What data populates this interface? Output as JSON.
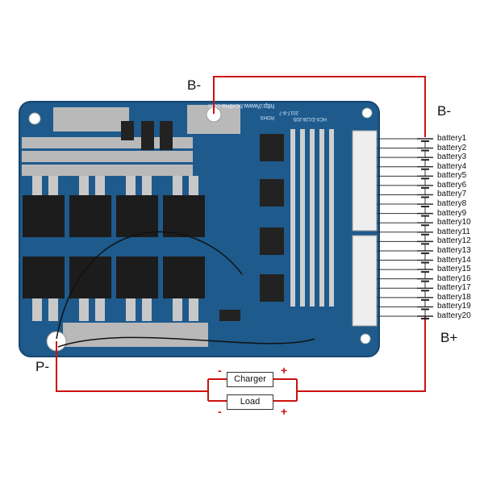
{
  "labels": {
    "b_minus_left": "B-",
    "b_minus_right": "B-",
    "b_plus": "B+",
    "p_minus": "P-"
  },
  "boxes": {
    "charger": "Charger",
    "load": "Load"
  },
  "signs": {
    "minus": "-",
    "plus": "+"
  },
  "battery_cells": [
    "battery1",
    "battery2",
    "battery3",
    "battery4",
    "battery5",
    "battery6",
    "battery7",
    "battery8",
    "battery9",
    "battery10",
    "battery11",
    "battery12",
    "battery13",
    "battery14",
    "battery15",
    "battery16",
    "battery17",
    "battery18",
    "battery19",
    "battery20"
  ],
  "pcb_text": {
    "url": "http://www.hcxtina.com",
    "board_id": "HCX-D128-20S",
    "date": "2017-8-7",
    "rohs": "ROHS"
  },
  "colors": {
    "wire": "#cc1111",
    "pcb": "#1e5a8c",
    "pcb_edge": "#16466e",
    "silver": "#b9b9b9",
    "mosfet": "#1c1c1c"
  }
}
